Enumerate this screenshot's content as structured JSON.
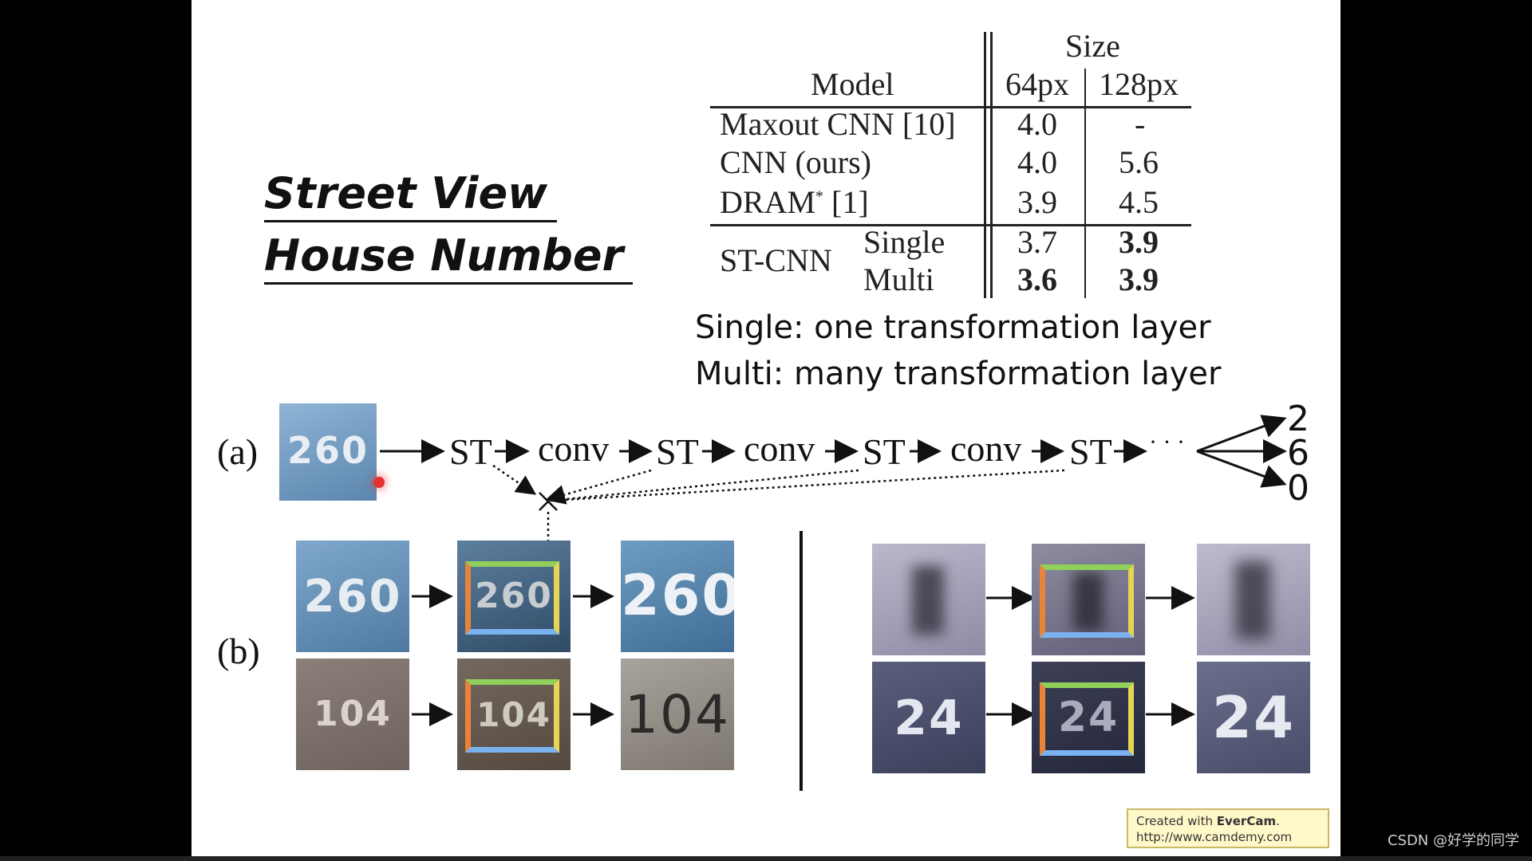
{
  "slide": {
    "title_lines": [
      "Street View",
      "House Number"
    ],
    "table": {
      "size_header": "Size",
      "model_header": "Model",
      "col_64": "64px",
      "col_128": "128px",
      "rows": [
        {
          "model": "Maxout CNN [10]",
          "v64": "4.0",
          "v128": "-"
        },
        {
          "model": "CNN (ours)",
          "v64": "4.0",
          "v128": "5.6"
        },
        {
          "model": "DRAM",
          "sup": "*",
          "ref": "[1]",
          "v64": "3.9",
          "v128": "4.5"
        }
      ],
      "stcnn_label": "ST-CNN",
      "stcnn_rows": [
        {
          "variant": "Single",
          "v64": "3.7",
          "v128": "3.9"
        },
        {
          "variant": "Multi",
          "v64": "3.6",
          "v128": "3.9"
        }
      ]
    },
    "notes": [
      "Single: one transformation layer",
      "Multi: many transformation layer"
    ],
    "figure_a": {
      "label": "(a)",
      "input_digits": "260",
      "pipeline": [
        "ST",
        "conv",
        "ST",
        "conv",
        "ST",
        "conv",
        "ST",
        "· · ·"
      ],
      "outputs": [
        "2",
        "6",
        "0"
      ]
    },
    "figure_b": {
      "label": "(b)",
      "left_rows": [
        "260",
        "104"
      ],
      "right_rows": [
        "?",
        "24"
      ]
    }
  },
  "watermark": {
    "line1_prefix": "Created with ",
    "line1_brand": "EverCam",
    "line1_suffix": ".",
    "line2": "http://www.camdemy.com"
  },
  "corner_credit": "CSDN @好学的同学",
  "colors": {
    "background": "#000000",
    "slide": "#ffffff",
    "frame_top": "#8fcf5a",
    "frame_left": "#e8843a",
    "frame_right": "#e6d455",
    "frame_bottom": "#7ab2ef"
  }
}
